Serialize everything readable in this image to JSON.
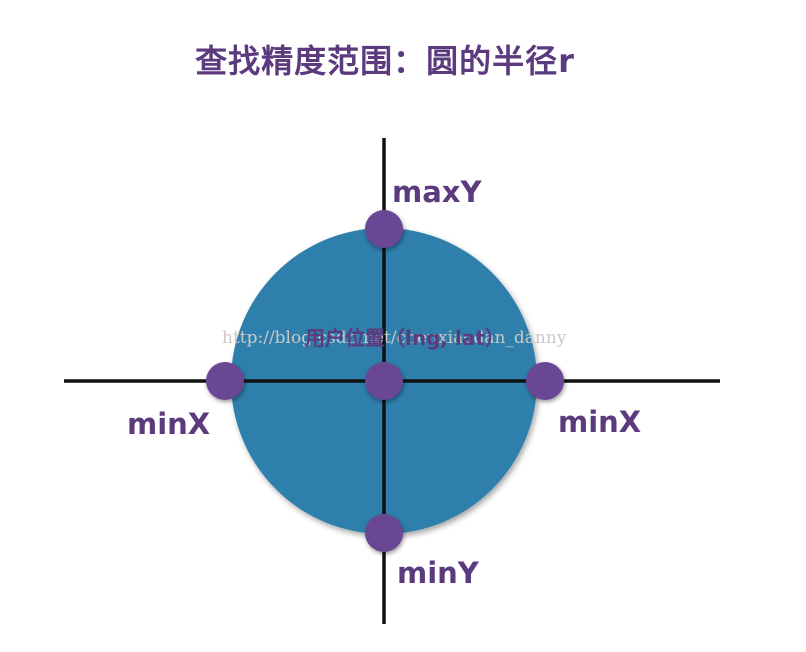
{
  "title": "查找精度范围：圆的半径r",
  "labels": {
    "top": "maxY",
    "bottom": "minY",
    "left": "minX",
    "right": "minX",
    "center": "用户位置（lng, lat）"
  },
  "watermark": "http://blog.csdn.net/chenxiaodan_danny",
  "colors": {
    "circle": "#2d7fab",
    "point": "#6b4795",
    "axis": "#111111",
    "text": "#5b3a7e"
  }
}
